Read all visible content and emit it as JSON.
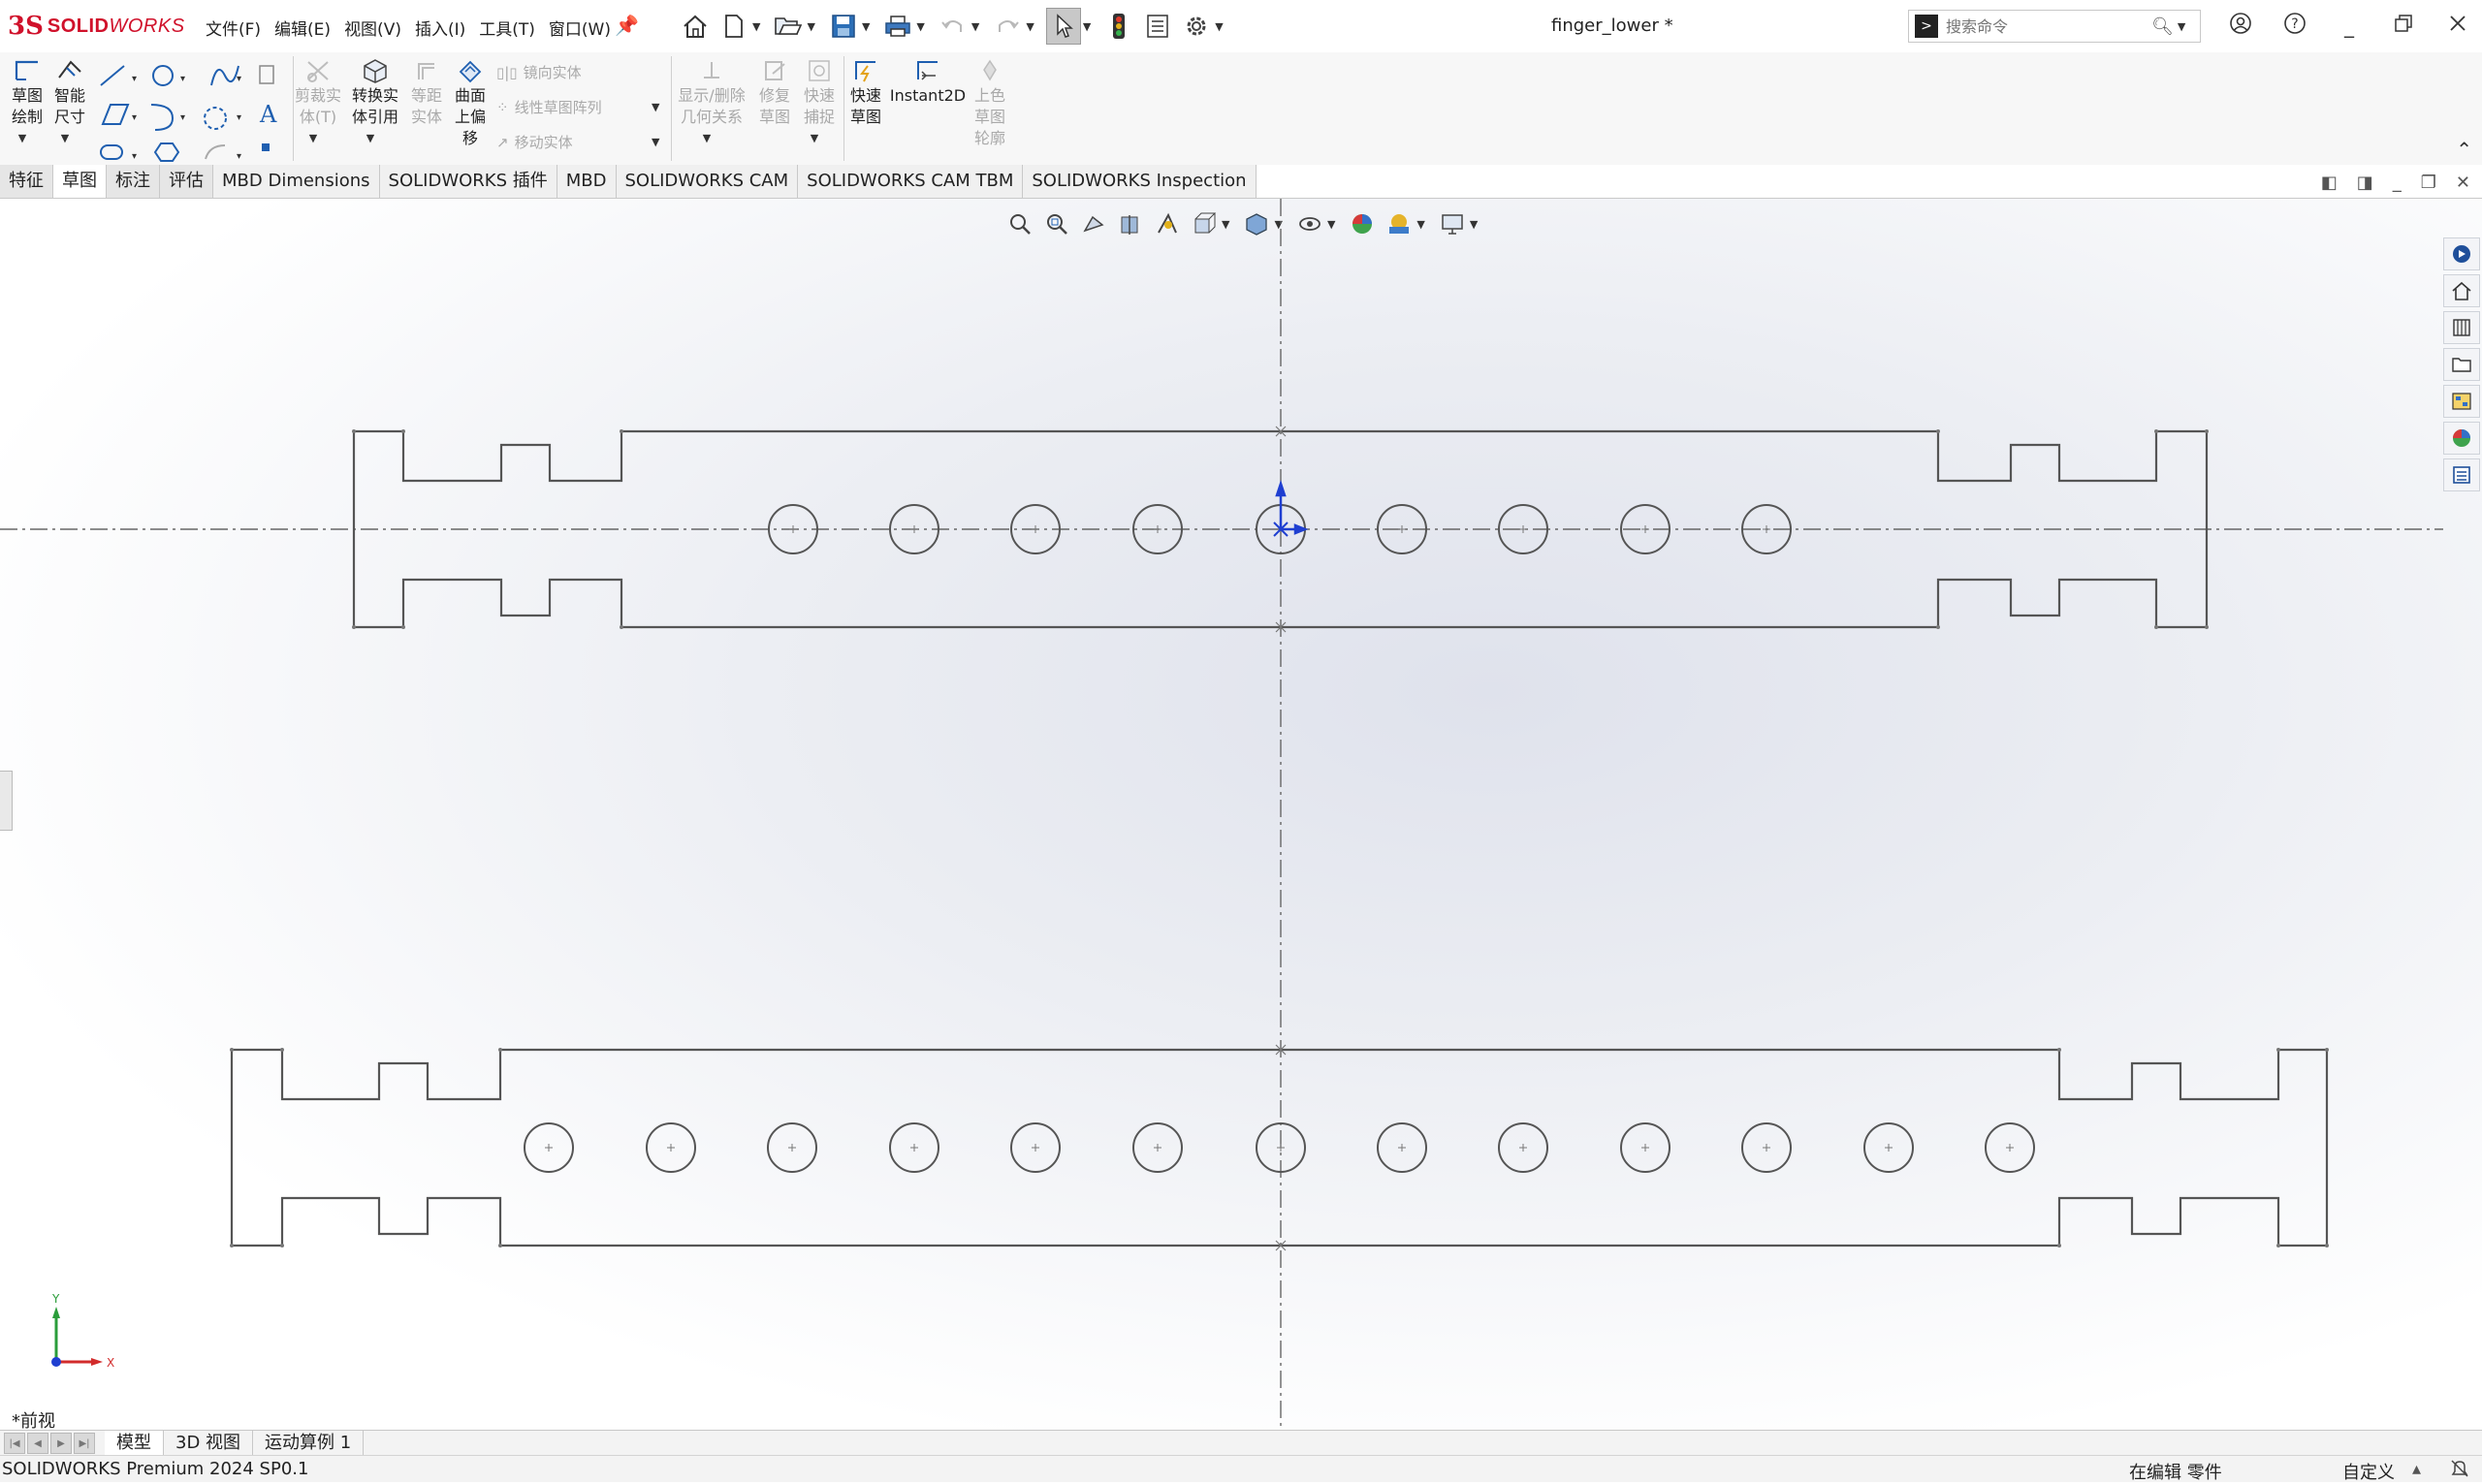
{
  "app": {
    "logo_ds": "3S",
    "logo_brand_bold": "SOLID",
    "logo_brand_light": "WORKS",
    "document_title": "finger_lower *"
  },
  "menu": [
    "文件(F)",
    "编辑(E)",
    "视图(V)",
    "插入(I)",
    "工具(T)",
    "窗口(W)"
  ],
  "search": {
    "placeholder": "搜索命令"
  },
  "commands": {
    "sketch": [
      "草图",
      "绘制"
    ],
    "smart_dim": [
      "智能",
      "尺寸"
    ],
    "trim": [
      "剪裁实",
      "体(T)"
    ],
    "convert": [
      "转换实",
      "体引用"
    ],
    "offset": [
      "等距",
      "实体"
    ],
    "surface_offset": [
      "曲面",
      "上偏",
      "移"
    ],
    "mirror": "镜向实体",
    "linear_pattern": "线性草图阵列",
    "move": "移动实体",
    "relations": [
      "显示/删除",
      "几何关系"
    ],
    "repair": [
      "修复",
      "草图"
    ],
    "quick_snap": [
      "快速",
      "捕捉"
    ],
    "rapid_sketch": [
      "快速",
      "草图"
    ],
    "instant2d": "Instant2D",
    "shaded": [
      "上色",
      "草图",
      "轮廓"
    ]
  },
  "tabs": [
    {
      "label": "特征",
      "active": false
    },
    {
      "label": "草图",
      "active": true
    },
    {
      "label": "标注",
      "active": false
    },
    {
      "label": "评估",
      "active": false
    },
    {
      "label": "MBD Dimensions",
      "active": false
    },
    {
      "label": "SOLIDWORKS 插件",
      "active": false
    },
    {
      "label": "MBD",
      "active": false
    },
    {
      "label": "SOLIDWORKS CAM",
      "active": false
    },
    {
      "label": "SOLIDWORKS CAM TBM",
      "active": false
    },
    {
      "label": "SOLIDWORKS Inspection",
      "active": false
    }
  ],
  "graphics": {
    "view_name": "*前视",
    "triad": {
      "x": "X",
      "y": "Y"
    }
  },
  "bottom_tabs": [
    {
      "label": "模型",
      "active": true
    },
    {
      "label": "3D 视图",
      "active": false
    },
    {
      "label": "运动算例 1",
      "active": false
    }
  ],
  "status": {
    "product": "SOLIDWORKS Premium 2024 SP0.1",
    "mode": "在编辑 零件",
    "units": "自定义"
  },
  "colors": {
    "brand": "#d0112b",
    "sketch_line": "#555555",
    "origin_blue": "#1f3fd1"
  }
}
